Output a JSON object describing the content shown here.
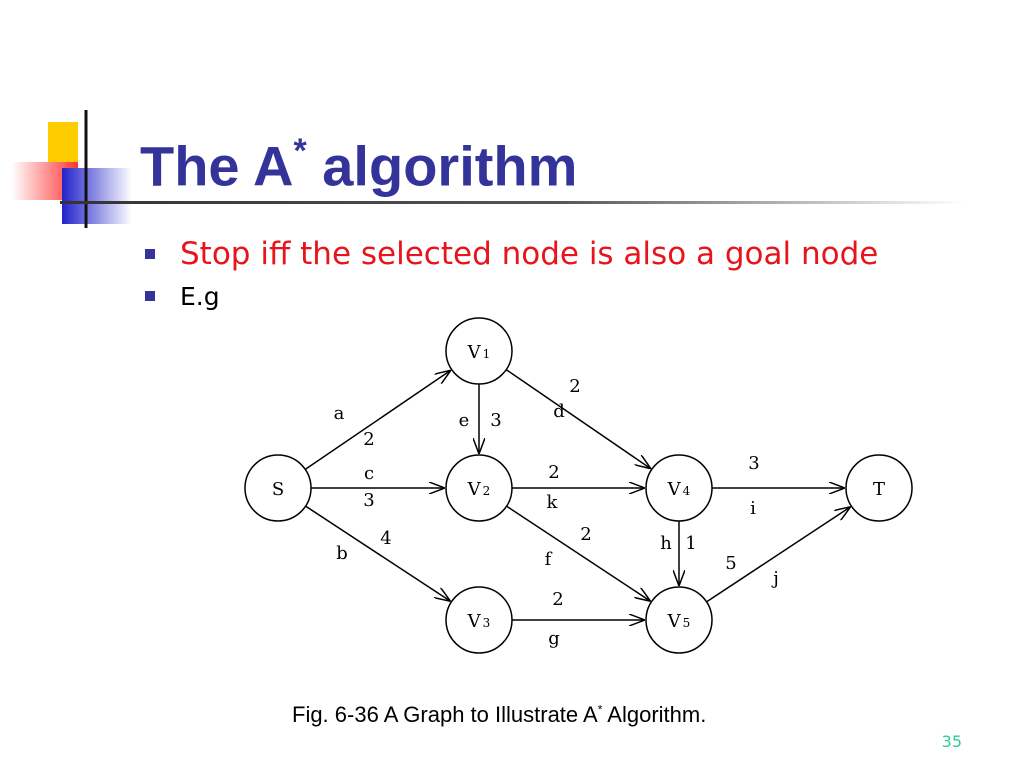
{
  "slide": {
    "title_main": "The A",
    "title_sup": "*",
    "title_rest": " algorithm",
    "bullets": [
      {
        "text": "Stop iff the selected node is also a goal node"
      },
      {
        "text": "E.g"
      }
    ],
    "caption": {
      "pre": "Fig. 6-36 A Graph to Illustrate A",
      "sup": "*",
      "post": " Algorithm."
    },
    "page_number": "35"
  },
  "graph": {
    "nodes": [
      {
        "id": "S",
        "label": "S"
      },
      {
        "id": "V1",
        "label": "V",
        "sub": "1"
      },
      {
        "id": "V2",
        "label": "V",
        "sub": "2"
      },
      {
        "id": "V3",
        "label": "V",
        "sub": "3"
      },
      {
        "id": "V4",
        "label": "V",
        "sub": "4"
      },
      {
        "id": "V5",
        "label": "V",
        "sub": "5"
      },
      {
        "id": "T",
        "label": "T"
      }
    ],
    "edges": [
      {
        "from": "S",
        "to": "V1",
        "name": "a",
        "weight": "2"
      },
      {
        "from": "S",
        "to": "V2",
        "name": "c",
        "weight": "3"
      },
      {
        "from": "S",
        "to": "V3",
        "name": "b",
        "weight": "4"
      },
      {
        "from": "V1",
        "to": "V2",
        "name": "e",
        "weight": "3"
      },
      {
        "from": "V1",
        "to": "V4",
        "name": "d",
        "weight": "2"
      },
      {
        "from": "V2",
        "to": "V4",
        "name": "k",
        "weight": "2"
      },
      {
        "from": "V2",
        "to": "V5",
        "name": "f",
        "weight": "2"
      },
      {
        "from": "V3",
        "to": "V5",
        "name": "g",
        "weight": "2"
      },
      {
        "from": "V4",
        "to": "T",
        "name": "i",
        "weight": "3"
      },
      {
        "from": "V4",
        "to": "V5",
        "name": "h",
        "weight": "1"
      },
      {
        "from": "V5",
        "to": "T",
        "name": "j",
        "weight": "5"
      }
    ]
  }
}
